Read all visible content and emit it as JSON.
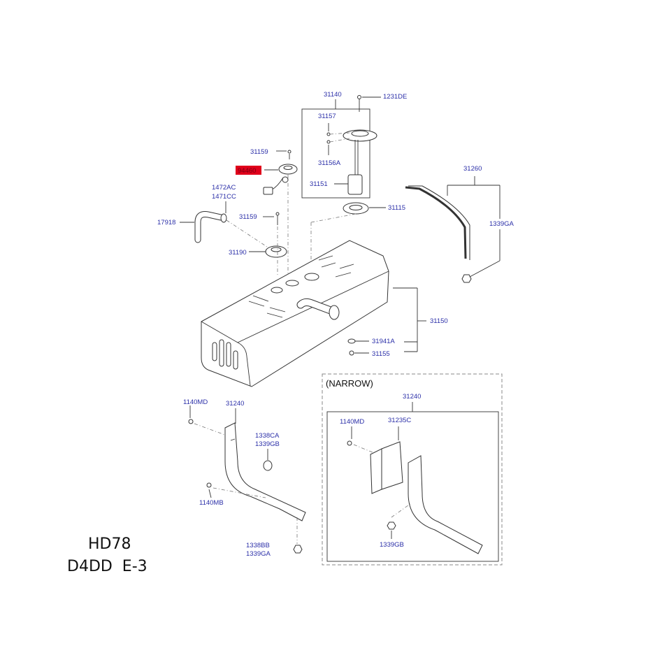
{
  "labels": {
    "p31140": "31140",
    "p1231DE": "1231DE",
    "p31157": "31157",
    "p31156A": "31156A",
    "p31151": "31151",
    "p31159a": "31159",
    "p94460": "94460",
    "p1472AC": "1472AC",
    "p1471CC": "1471CC",
    "p17918": "17918",
    "p31159b": "31159",
    "p31190": "31190",
    "p31115": "31115",
    "p31260": "31260",
    "p1339GA_strap": "1339GA",
    "p31150": "31150",
    "p31941A": "31941A",
    "p31155": "31155",
    "p1140MD_left": "1140MD",
    "p31240_left": "31240",
    "p1338CA": "1338CA",
    "p1339GB_left": "1339GB",
    "p1140MB": "1140MB",
    "p1338BB": "1338BB",
    "p1339GA_bottom": "1339GA",
    "narrow_title": "(NARROW)",
    "p31240_narrow": "31240",
    "p1140MD_narrow": "1140MD",
    "p31235C": "31235C",
    "p1339GB_narrow": "1339GB"
  },
  "model": {
    "line1": "HD78",
    "line2": "D4DD  E-3"
  },
  "colors": {
    "part_label": "#2b2fa8",
    "highlight": "#e0001b",
    "line": "#333333"
  }
}
